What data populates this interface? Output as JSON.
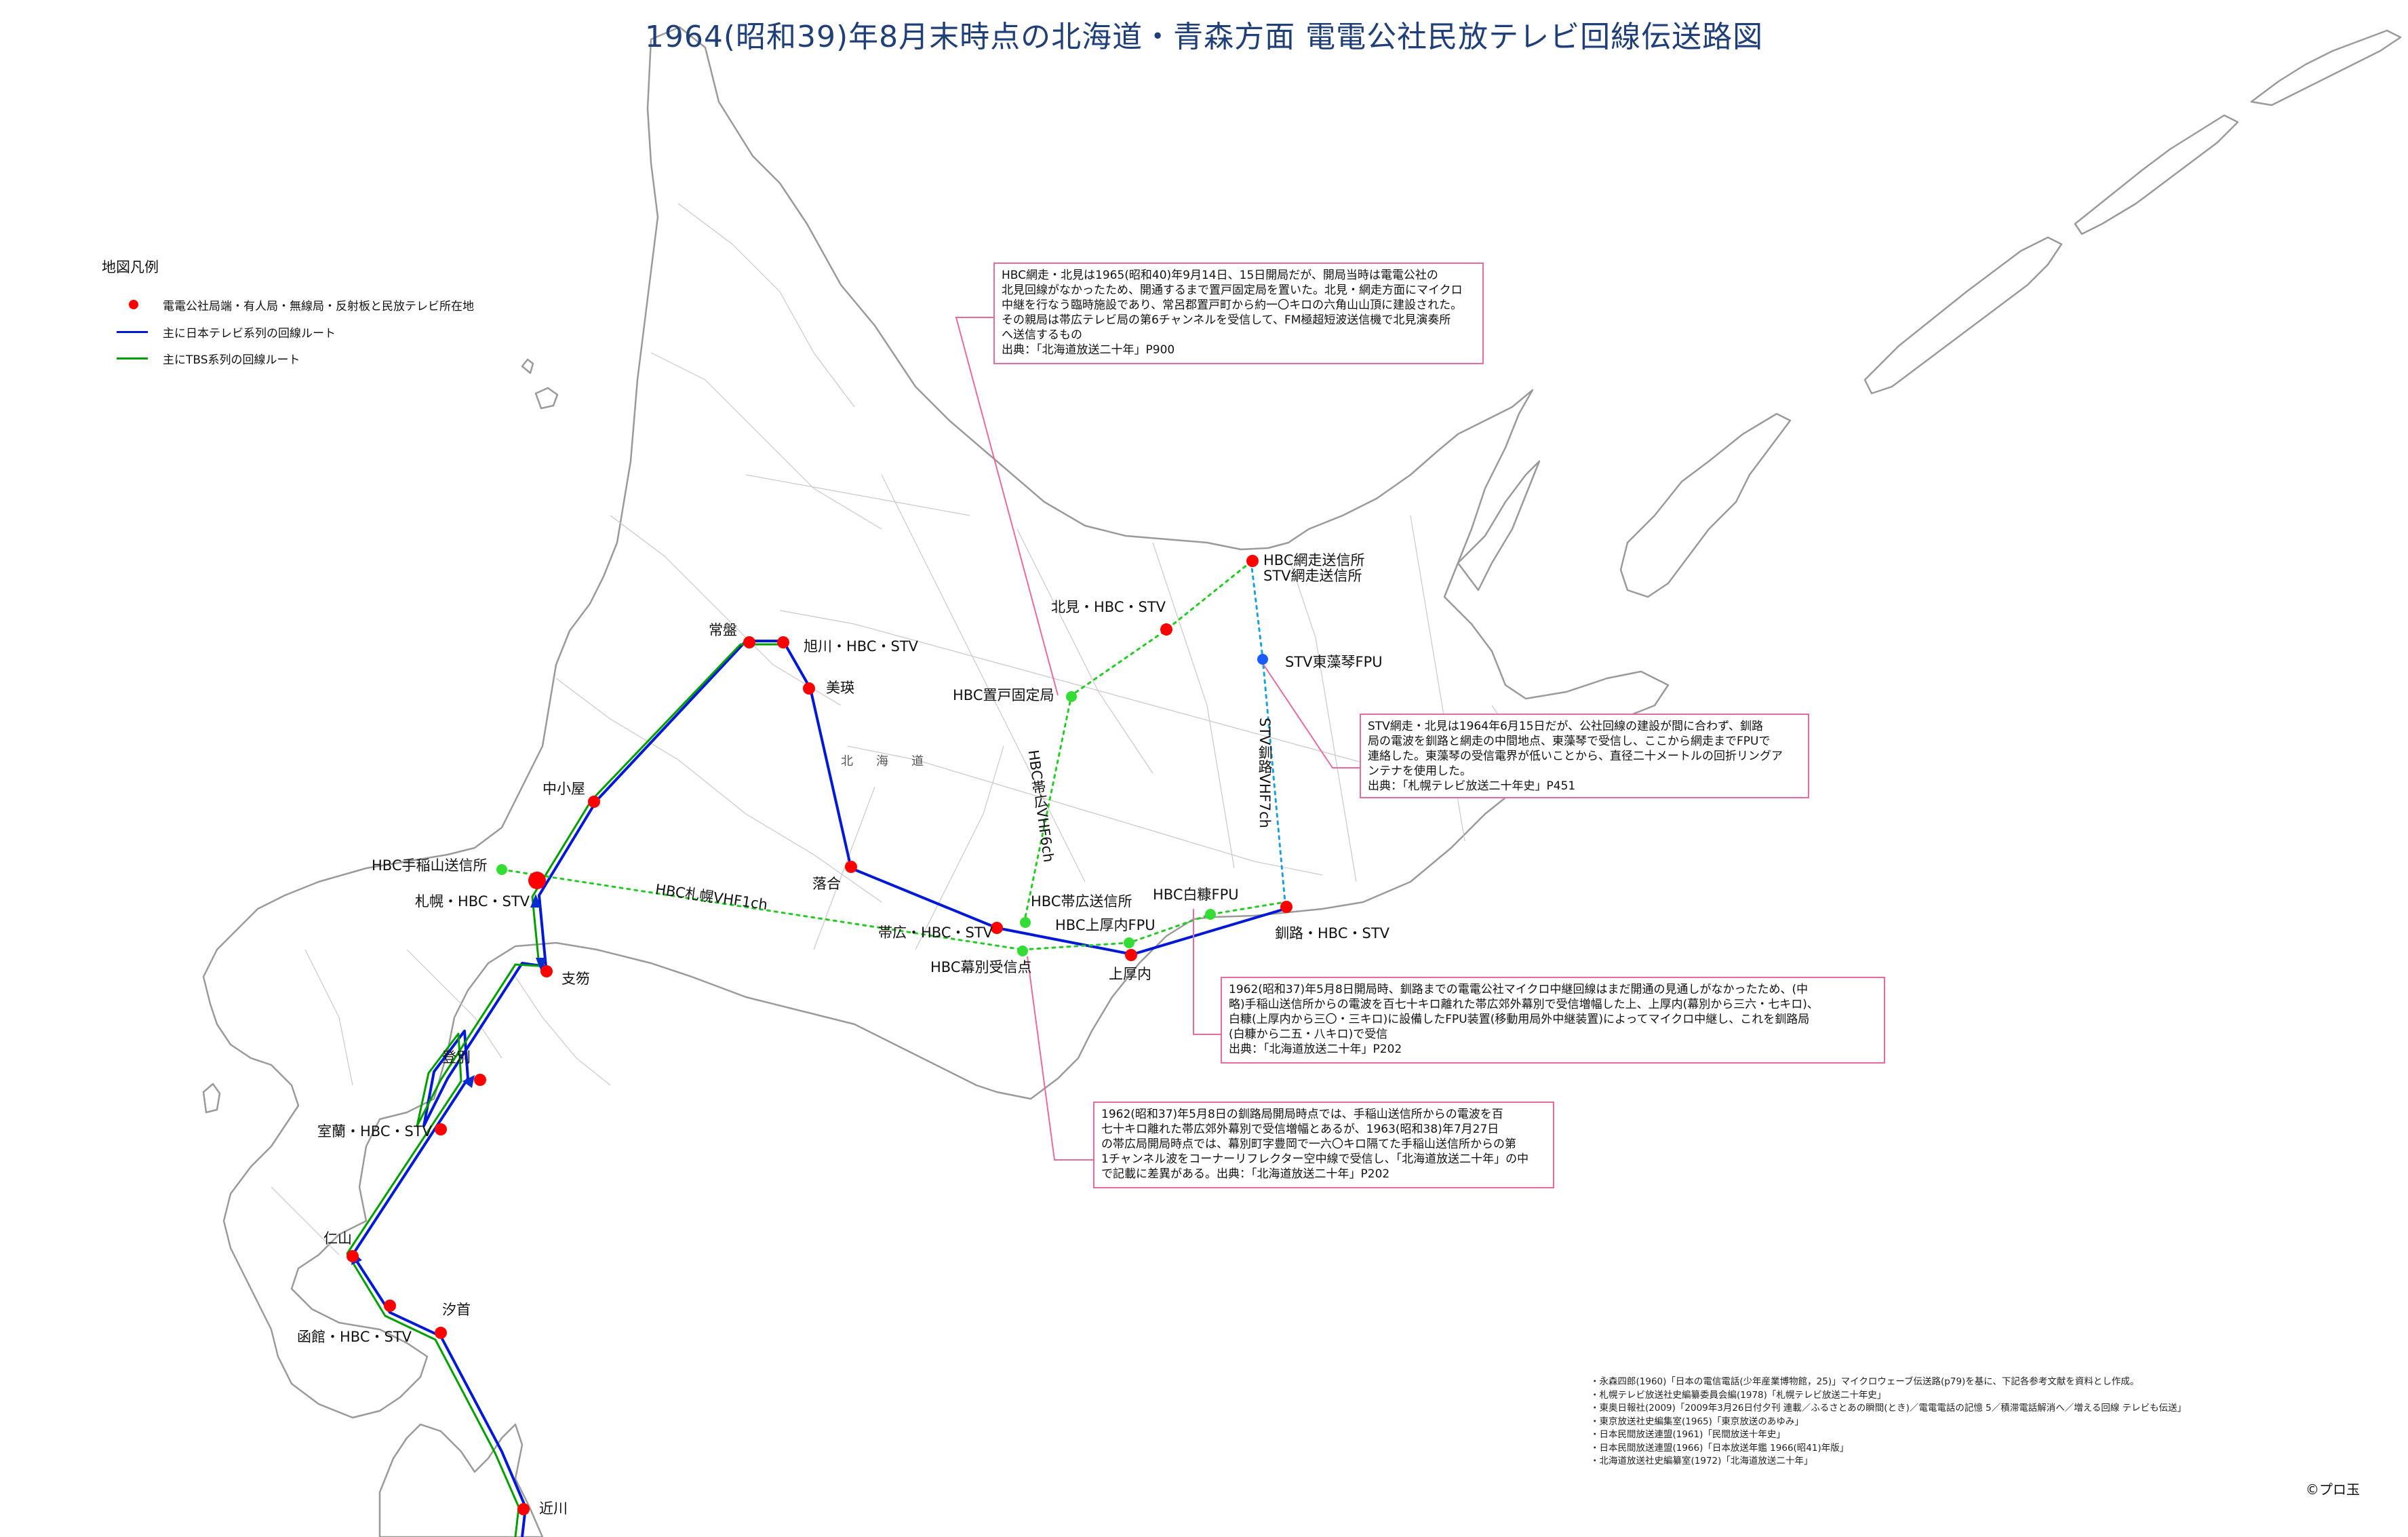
{
  "title": "1964(昭和39)年8月末時点の北海道・青森方面 電電公社民放テレビ回線伝送路図",
  "legend": {
    "title": "地図凡例",
    "items": [
      {
        "label": "電電公社局端・有人局・無線局・反射板と民放テレビ所在地",
        "symbol": "red-dot",
        "color": "#ff0000"
      },
      {
        "label": "主に日本テレビ系列の回線ルート",
        "symbol": "line",
        "color": "#0018d8"
      },
      {
        "label": "主にTBS系列の回線ルート",
        "symbol": "line",
        "color": "#00a000"
      }
    ]
  },
  "colors": {
    "station": "#ff0000",
    "ntv_route": "#0018d8",
    "tbs_route": "#00a000",
    "green_point": "#33dd33",
    "blue_point": "#1a5bff",
    "dotted_green": "#22cc22",
    "dotted_blue": "#1aa0e0",
    "callout": "#e76aa0",
    "title": "#1f3f7a"
  },
  "places": {
    "tokiwa": "常盤",
    "asahikawa": "旭川・HBC・STV",
    "biei": "美瑛",
    "nakagoya": "中小屋",
    "teine": "HBC手稲山送信所",
    "sapporo": "札幌・HBC・STV",
    "shikotsu": "支笏",
    "ochiai": "落合",
    "obihiro": "帯広・HBC・STV",
    "obihiro_tx": "HBC帯広送信所",
    "kamiatsunai_fpu": "HBC上厚内FPU",
    "kamiatsunai": "上厚内",
    "makubetsu": "HBC幕別受信点",
    "shiranuka": "HBC白糠FPU",
    "kushiro": "釧路・HBC・STV",
    "abashiri": "HBC網走送信所\nSTV網走送信所",
    "kitami": "北見・HBC・STV",
    "okoto": "HBC置戸固定局",
    "higashimokoto": "STV東藻琴FPU",
    "noboribetsu": "登別",
    "muroran": "室蘭・HBC・STV",
    "niyama": "仁山",
    "oshima": "汐首",
    "hakodate": "函館・HBC・STV",
    "chikagawa": "近川",
    "region": "北海道"
  },
  "route_labels": {
    "teine_makubetsu": "HBC札幌VHF1ch",
    "obihiro_okoto": "HBC帯広VHF6ch",
    "kushiro_abashiri": "STV釧路VHF7ch"
  },
  "notes": [
    {
      "lines": [
        "HBC網走・北見は1965(昭和40)年9月14日、15日開局だが、開局当時は電電公社の",
        "北見回線がなかったため、開通するまで置戸固定局を置いた。北見・網走方面にマイクロ",
        "中継を行なう臨時施設であり、常呂郡置戸町から約一〇キロの六角山山頂に建設された。",
        "その親局は帯広テレビ局の第6チャンネルを受信して、FM極超短波送信機で北見演奏所",
        "へ送信するもの",
        "出典：「北海道放送二十年」P900"
      ]
    },
    {
      "lines": [
        "STV網走・北見は1964年6月15日だが、公社回線の建設が間に合わず、釧路",
        "局の電波を釧路と網走の中間地点、東藻琴で受信し、ここから網走までFPUで",
        "連絡した。東藻琴の受信電界が低いことから、直径二十メートルの回折リングア",
        "ンテナを使用した。",
        "出典：「札幌テレビ放送二十年史」P451"
      ]
    },
    {
      "lines": [
        "1962(昭和37)年5月8日開局時、釧路までの電電公社マイクロ中継回線はまだ開通の見通しがなかったため、(中",
        "略)手稲山送信所からの電波を百七十キロ離れた帯広郊外幕別で受信増幅した上、上厚内(幕別から三六・七キロ)、",
        "白糠(上厚内から三〇・三キロ)に設備したFPU装置(移動用局外中継装置)によってマイクロ中継し、これを釧路局",
        "(白糠から二五・八キロ)で受信",
        "出典：「北海道放送二十年」P202"
      ]
    },
    {
      "lines": [
        "1962(昭和37)年5月8日の釧路局開局時点では、手稲山送信所からの電波を百",
        "七十キロ離れた帯広郊外幕別で受信増幅とあるが、1963(昭和38)年7月27日",
        "の帯広局開局時点では、幕別町字豊岡で一六〇キロ隔てた手稲山送信所からの第",
        "1チャンネル波をコーナーリフレクター空中線で受信し、「北海道放送二十年」の中",
        "で記載に差異がある。出典：「北海道放送二十年」P202"
      ]
    }
  ],
  "sources": [
    "・永森四郎(1960)「日本の電信電話(少年産業博物館，25)」マイクロウェーブ伝送路(p79)を基に、下記各参考文献を資料とし作成。",
    "・札幌テレビ放送社史編纂委員会編(1978)「札幌テレビ放送二十年史」",
    "・東奥日報社(2009)「2009年3月26日付夕刊  連載／ふるさとあの瞬間(とき)／電電電話の記憶  5／積滞電話解消へ／増える回線  テレビも伝送」",
    "・東京放送社史編集室(1965)「東京放送のあゆみ」",
    "・日本民間放送連盟(1961)「民間放送十年史」",
    "・日本民間放送連盟(1966)「日本放送年鑑 1966(昭41)年版」",
    "・北海道放送社史編纂室(1972)「北海道放送二十年」"
  ],
  "copyright": "©プロ玉"
}
